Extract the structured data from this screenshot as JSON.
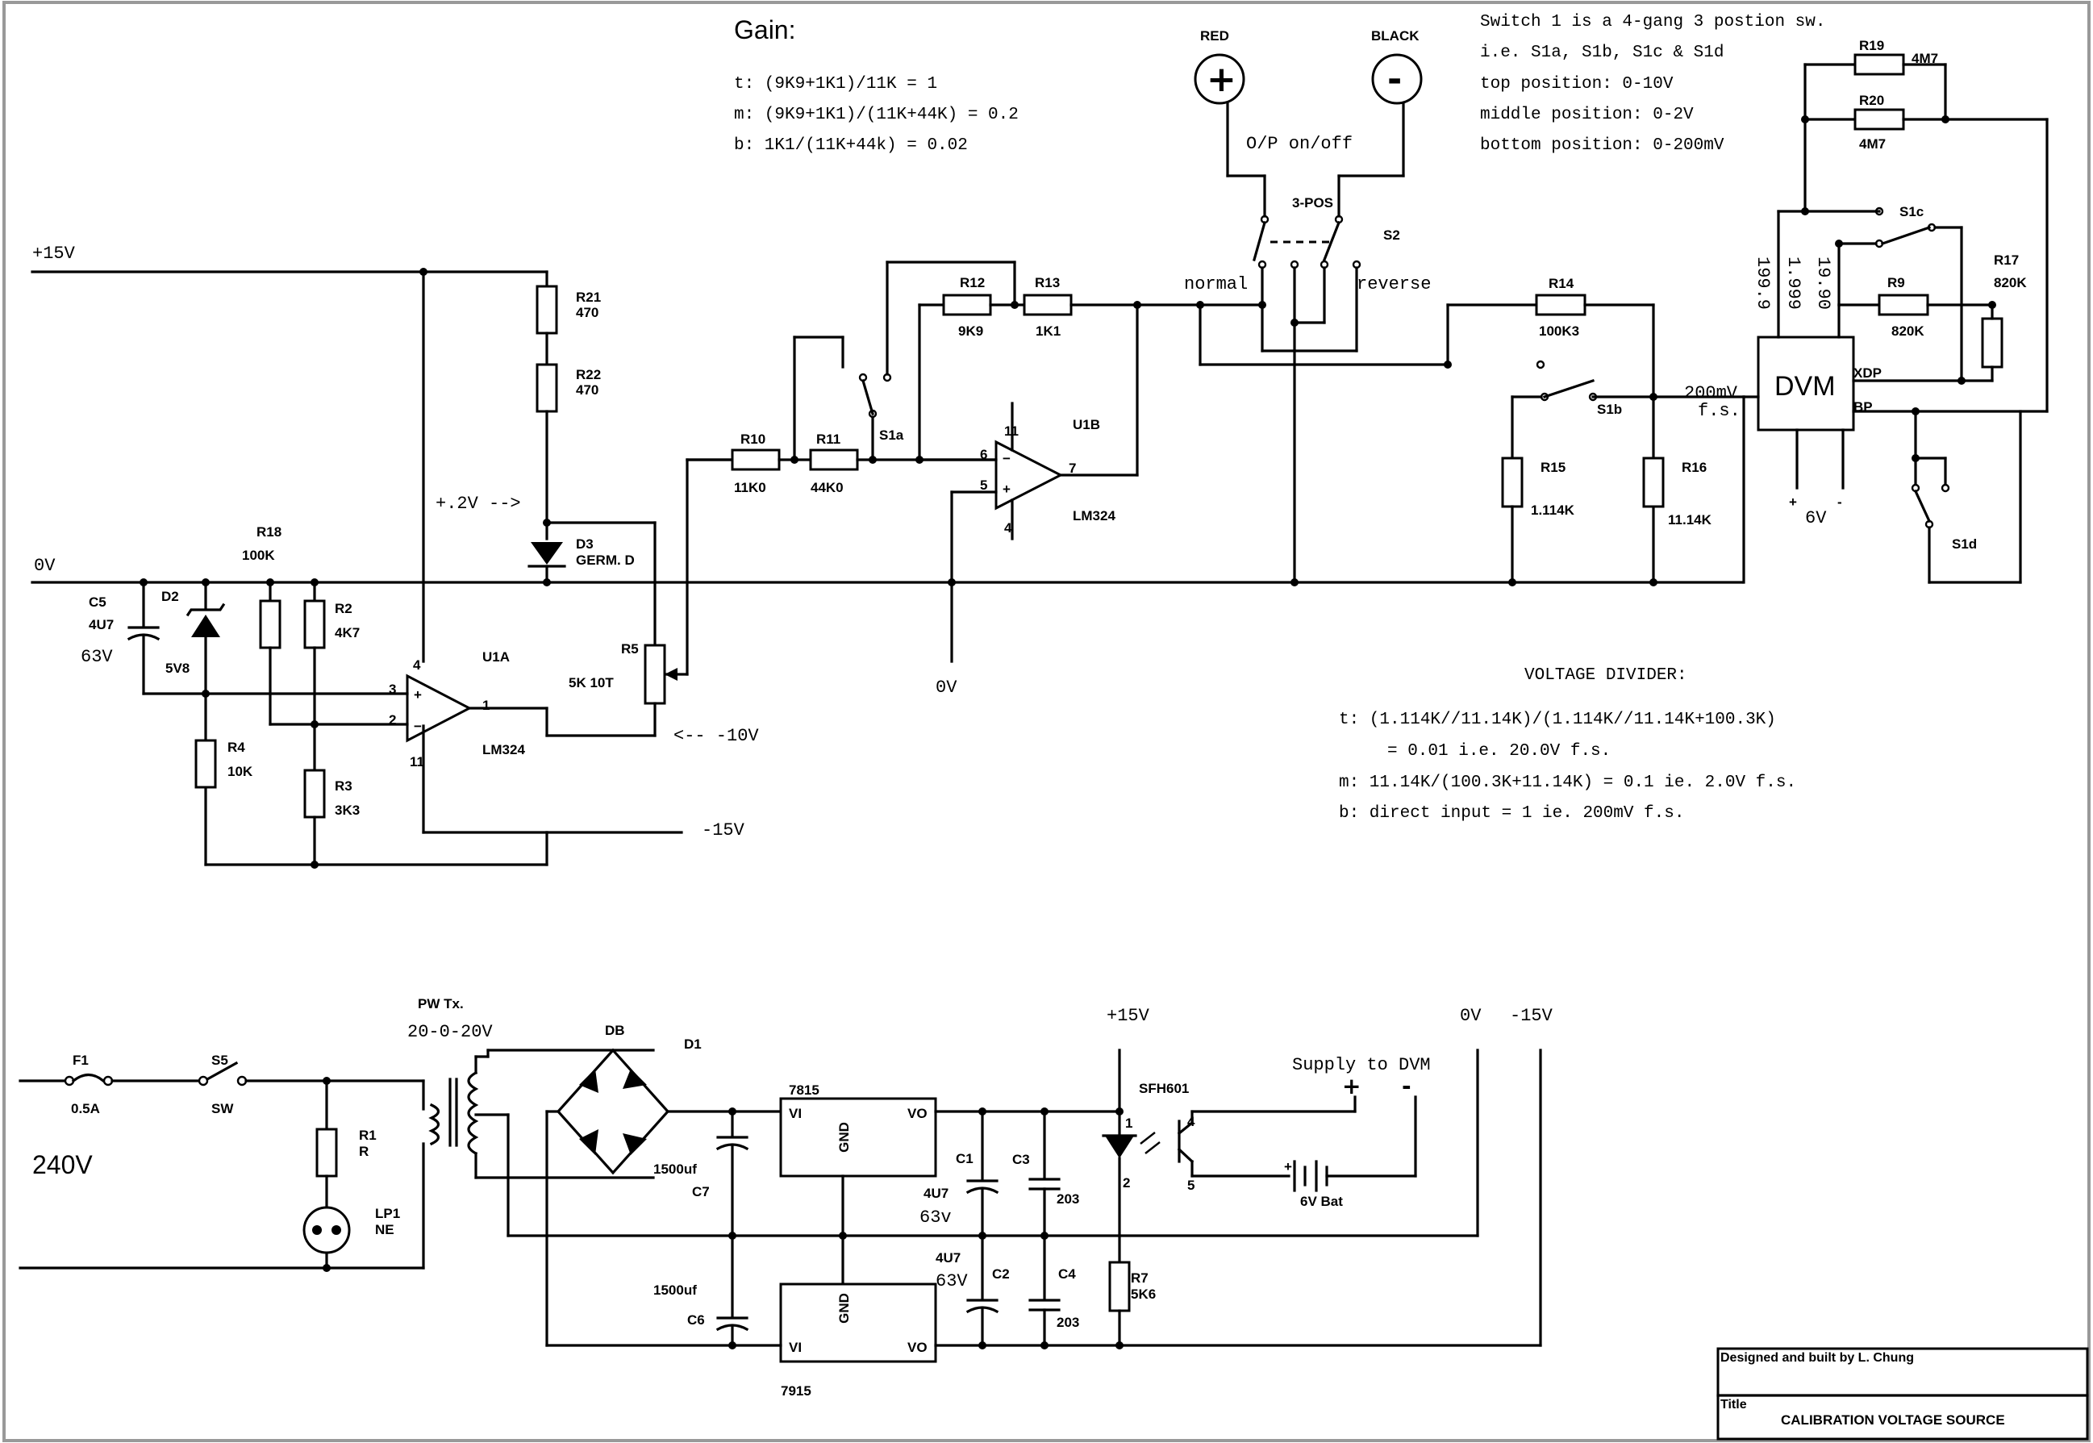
{
  "gain": {
    "title": "Gain:",
    "t": "t: (9K9+1K1)/11K = 1",
    "m": "m: (9K9+1K1)/(11K+44K) = 0.2",
    "b": "b: 1K1/(11K+44k) = 0.02"
  },
  "switch_note": [
    "Switch 1 is a 4-gang 3 postion sw.",
    "i.e. S1a, S1b, S1c & S1d",
    "top position: 0-10V",
    "middle position: 0-2V",
    "bottom position: 0-200mV"
  ],
  "divider": {
    "title": "VOLTAGE DIVIDER:",
    "t1": "t: (1.114K//11.14K)/(1.114K//11.14K+100.3K)",
    "t2": "= 0.01   i.e. 20.0V f.s.",
    "m": "m: 11.14K/(100.3K+11.14K) = 0.1    ie. 2.0V f.s.",
    "b": "b: direct input = 1    ie. 200mV f.s."
  },
  "rails": {
    "p15": "+15V",
    "zero": "0V",
    "zero2": "0V",
    "n15": "-15V",
    "p15b": "+15V",
    "zero3": "0V",
    "n15b": "-15V",
    "p2v": "+.2V -->",
    "n10v": "<-- -10V",
    "mains": "240V"
  },
  "terminals": {
    "red": "RED",
    "black": "BLACK",
    "plus": "+",
    "minus": "-",
    "op": "O/P on/off",
    "normal": "normal",
    "reverse": "reverse",
    "s2": "S2",
    "pos3": "3-POS"
  },
  "components": {
    "r21": "R21",
    "r21v": "470",
    "r22": "R22",
    "r22v": "470",
    "d3": "D3",
    "d3v": "GERM. D",
    "r18": "R18",
    "r18v": "100K",
    "r2": "R2",
    "r2v": "4K7",
    "r3": "R3",
    "r3v": "3K3",
    "r4": "R4",
    "r4v": "10K",
    "c5": "C5",
    "c5v": "4U7",
    "c5w": "63V",
    "d2": "D2",
    "d2v": "5V8",
    "u1a": "U1A",
    "u1a_chip": "LM324",
    "r5": "R5",
    "r5v": "5K 10T",
    "r10": "R10",
    "r10v": "11K0",
    "r11": "R11",
    "r11v": "44K0",
    "s1a": "S1a",
    "r12": "R12",
    "r12v": "9K9",
    "r13": "R13",
    "r13v": "1K1",
    "u1b": "U1B",
    "u1b_chip": "LM324",
    "r14": "R14",
    "r14v": "100K3",
    "s1b": "S1b",
    "r15": "R15",
    "r15v": "1.114K",
    "r16": "R16",
    "r16v": "11.14K",
    "fs1": "200mV",
    "fs2": "f.s.",
    "dvm": "DVM",
    "dvm_pwr": "6V",
    "xdp": "XDP",
    "bp": "BP",
    "r19": "R19",
    "r19v": "4M7",
    "r20": "R20",
    "r20v": "4M7",
    "s1c": "S1c",
    "r17": "R17",
    "r17v": "820K",
    "r9": "R9",
    "r9v": "820K",
    "s1d": "S1d",
    "d199": "199.9",
    "d1999": "1.999",
    "d1990": "19.90",
    "pin1": "1",
    "pin2": "2",
    "pin3": "3",
    "pin4": "4",
    "pin5": "5",
    "pin6": "6",
    "pin7": "7",
    "pin11": "11",
    "pin4b": "4",
    "pin11b": "11"
  },
  "power": {
    "f1": "F1",
    "f1v": "0.5A",
    "s5": "S5",
    "s5v": "SW",
    "r1": "R1",
    "r1v": "R",
    "lp1": "LP1",
    "lp1v": "NE",
    "tx": "PW Tx.",
    "txv": "20-0-20V",
    "db": "DB",
    "d1": "D1",
    "reg1": "7815",
    "reg2": "7915",
    "vi": "VI",
    "vo": "VO",
    "gnd": "GND",
    "c7": "C7",
    "c7v": "1500uf",
    "c6": "C6",
    "c6v": "1500uf",
    "c1": "C1",
    "c1v": "4U7",
    "c1w": "63v",
    "c2": "C2",
    "c2v": "4U7",
    "c2w": "63V",
    "c3": "C3",
    "c3v": "203",
    "c4": "C4",
    "c4v": "203",
    "sfh": "SFH601",
    "r7": "R7",
    "r7v": "5K6",
    "supply": "Supply to DVM",
    "bat": "6V Bat",
    "op1": "1",
    "op2": "2",
    "op4": "4",
    "op5": "5"
  },
  "title_block": {
    "designed": "Designed and built by L. Chung",
    "title_label": "Title",
    "title": "CALIBRATION VOLTAGE SOURCE"
  }
}
